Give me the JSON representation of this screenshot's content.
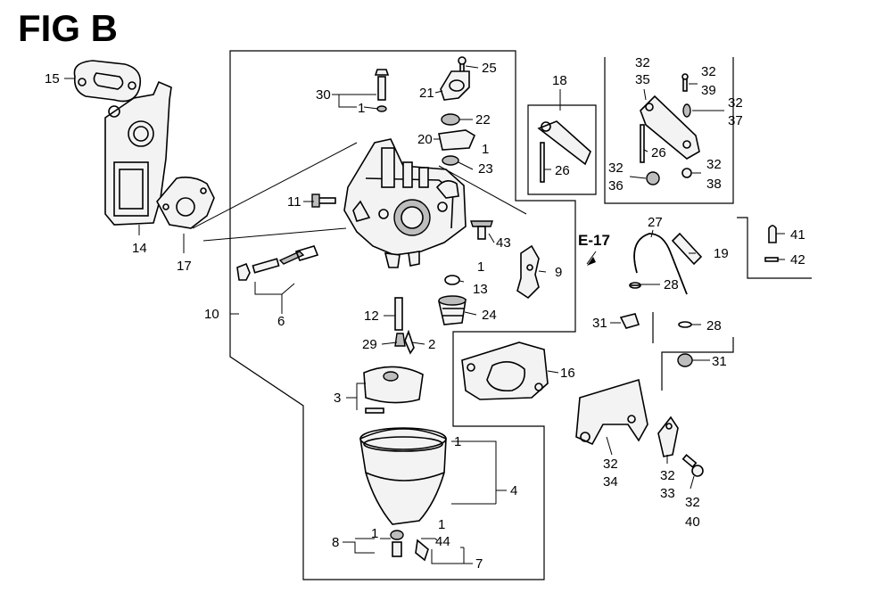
{
  "figure": {
    "title": "FIG B",
    "reference": "E-17"
  },
  "callouts": {
    "c1a": "1",
    "c1b": "1",
    "c1c": "1",
    "c1d": "1",
    "c1e": "1",
    "c1f": "1",
    "c2": "2",
    "c3": "3",
    "c4": "4",
    "c6": "6",
    "c7": "7",
    "c8": "8",
    "c9": "9",
    "c10": "10",
    "c11": "11",
    "c12": "12",
    "c13": "13",
    "c14": "14",
    "c15": "15",
    "c16": "16",
    "c17": "17",
    "c18": "18",
    "c19": "19",
    "c20": "20",
    "c21": "21",
    "c22": "22",
    "c23": "23",
    "c24": "24",
    "c25": "25",
    "c26a": "26",
    "c26b": "26",
    "c27": "27",
    "c28a": "28",
    "c28b": "28",
    "c29": "29",
    "c30": "30",
    "c31a": "31",
    "c31b": "31",
    "c32a": "32",
    "c35": "35",
    "c32b": "32",
    "c39": "39",
    "c32c": "32",
    "c37": "37",
    "c32d": "32",
    "c36": "36",
    "c32e": "32",
    "c38": "38",
    "c32f": "32",
    "c34": "34",
    "c32g": "32",
    "c33": "33",
    "c32h": "32",
    "c40": "40",
    "c41": "41",
    "c42": "42",
    "c43": "43",
    "c44": "44"
  },
  "colors": {
    "ink": "#000000",
    "paper": "#ffffff",
    "shade": "#bdbdbd"
  }
}
